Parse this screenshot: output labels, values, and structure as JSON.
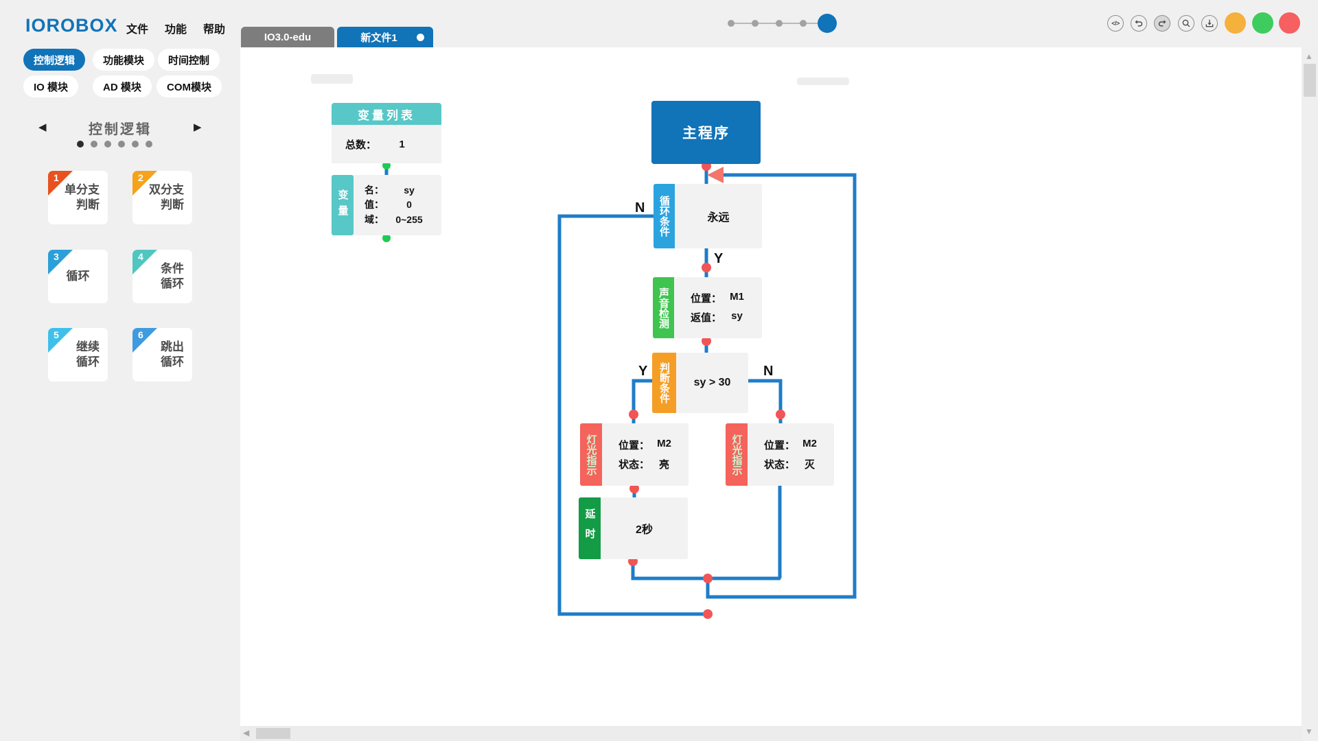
{
  "app": {
    "logo": "IOROBOX",
    "menus": {
      "file": "文件",
      "func": "功能",
      "help": "帮助"
    }
  },
  "tabbar": {
    "tabs": [
      {
        "label": "IO3.0-edu",
        "active": false
      },
      {
        "label": "新文件1",
        "active": true,
        "has_dot": true
      }
    ]
  },
  "topbar": {
    "zoom_steps": 5,
    "icons": [
      "code-icon",
      "undo-icon",
      "redo-icon",
      "search-icon",
      "save-icon"
    ],
    "code_glyph": "</>",
    "window_buttons": [
      "minimize",
      "maximize",
      "close"
    ]
  },
  "sidebar": {
    "pills": [
      {
        "label": "控制逻辑",
        "active": true
      },
      {
        "label": "功能模块",
        "active": false
      },
      {
        "label": "时间控制",
        "active": false
      },
      {
        "label": "IO 模块",
        "active": false
      },
      {
        "label": "AD 模块",
        "active": false
      },
      {
        "label": "COM模块",
        "active": false
      }
    ],
    "palette": {
      "title": "控制逻辑",
      "prev": "◀",
      "next": "▶",
      "page_count": 6,
      "active_page": 0,
      "blocks": [
        {
          "num": "1",
          "line1": "单分支",
          "line2": "判断",
          "color": "#e8521f"
        },
        {
          "num": "2",
          "line1": "双分支",
          "line2": "判断",
          "color": "#f5a21c"
        },
        {
          "num": "3",
          "line1": "循环",
          "line2": "",
          "color": "#2b9fd9"
        },
        {
          "num": "4",
          "line1": "条件",
          "line2": "循环",
          "color": "#4fc6c0"
        },
        {
          "num": "5",
          "line1": "继续",
          "line2": "循环",
          "color": "#3fc0ea"
        },
        {
          "num": "6",
          "line1": "跳出",
          "line2": "循环",
          "color": "#3f9be0"
        }
      ]
    }
  },
  "canvas": {
    "variable_panel": {
      "title": "变量列表",
      "total_label": "总数：",
      "total_value": "1",
      "tab": "变量",
      "rows": [
        {
          "label": "名：",
          "value": "sy"
        },
        {
          "label": "值：",
          "value": "0"
        },
        {
          "label": "域：",
          "value": "0~255"
        }
      ]
    },
    "flow": {
      "main": {
        "title": "主程序"
      },
      "loop": {
        "tab": "循环条件",
        "body": "永远",
        "n": "N",
        "y": "Y"
      },
      "sound": {
        "tab": "声音检测",
        "rows": [
          {
            "label": "位置：",
            "value": "M1"
          },
          {
            "label": "返值：",
            "value": "sy"
          }
        ]
      },
      "judge": {
        "tab": "判断条件",
        "body": "sy > 30",
        "y": "Y",
        "n": "N"
      },
      "light_on": {
        "tab": "灯光指示",
        "rows": [
          {
            "label": "位置：",
            "value": "M2"
          },
          {
            "label": "状态：",
            "value": "亮"
          }
        ]
      },
      "light_off": {
        "tab": "灯光指示",
        "rows": [
          {
            "label": "位置：",
            "value": "M2"
          },
          {
            "label": "状态：",
            "value": "灭"
          }
        ]
      },
      "delay": {
        "tab": "延时",
        "body": "2秒"
      }
    }
  },
  "colors": {
    "accent_blue": "#1173b8",
    "line_blue": "#1e7dc8",
    "loop_tab": "#2ba3df",
    "sound_tab": "#3fc44f",
    "judge_tab": "#f59e26",
    "light_tab": "#f4635c",
    "light_tab_text": "#c9f7cf",
    "delay_tab": "#149b46",
    "variable_teal": "#57c7c7",
    "connector_dot_red": "#f25555",
    "connector_dot_green": "#1ecb53",
    "arrow_salmon": "#f4756b",
    "window_minimize": "#f6b03c",
    "window_maximize": "#3ecc5e",
    "window_close": "#f66060"
  }
}
